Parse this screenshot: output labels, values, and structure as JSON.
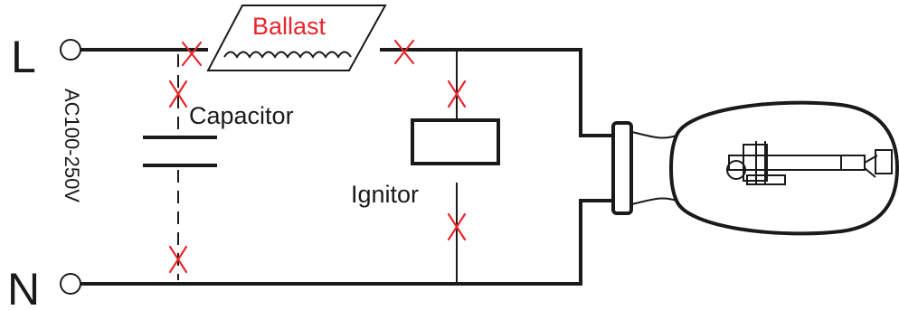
{
  "terminals": {
    "line": "L",
    "neutral": "N"
  },
  "supply_label": "AC100-250V",
  "components": {
    "ballast": "Ballast",
    "capacitor": "Capacitor",
    "ignitor": "Ignitor"
  },
  "colors": {
    "wire": "#1a1a1a",
    "fault_marker": "#e8262b",
    "ballast_label": "#e8262b"
  }
}
